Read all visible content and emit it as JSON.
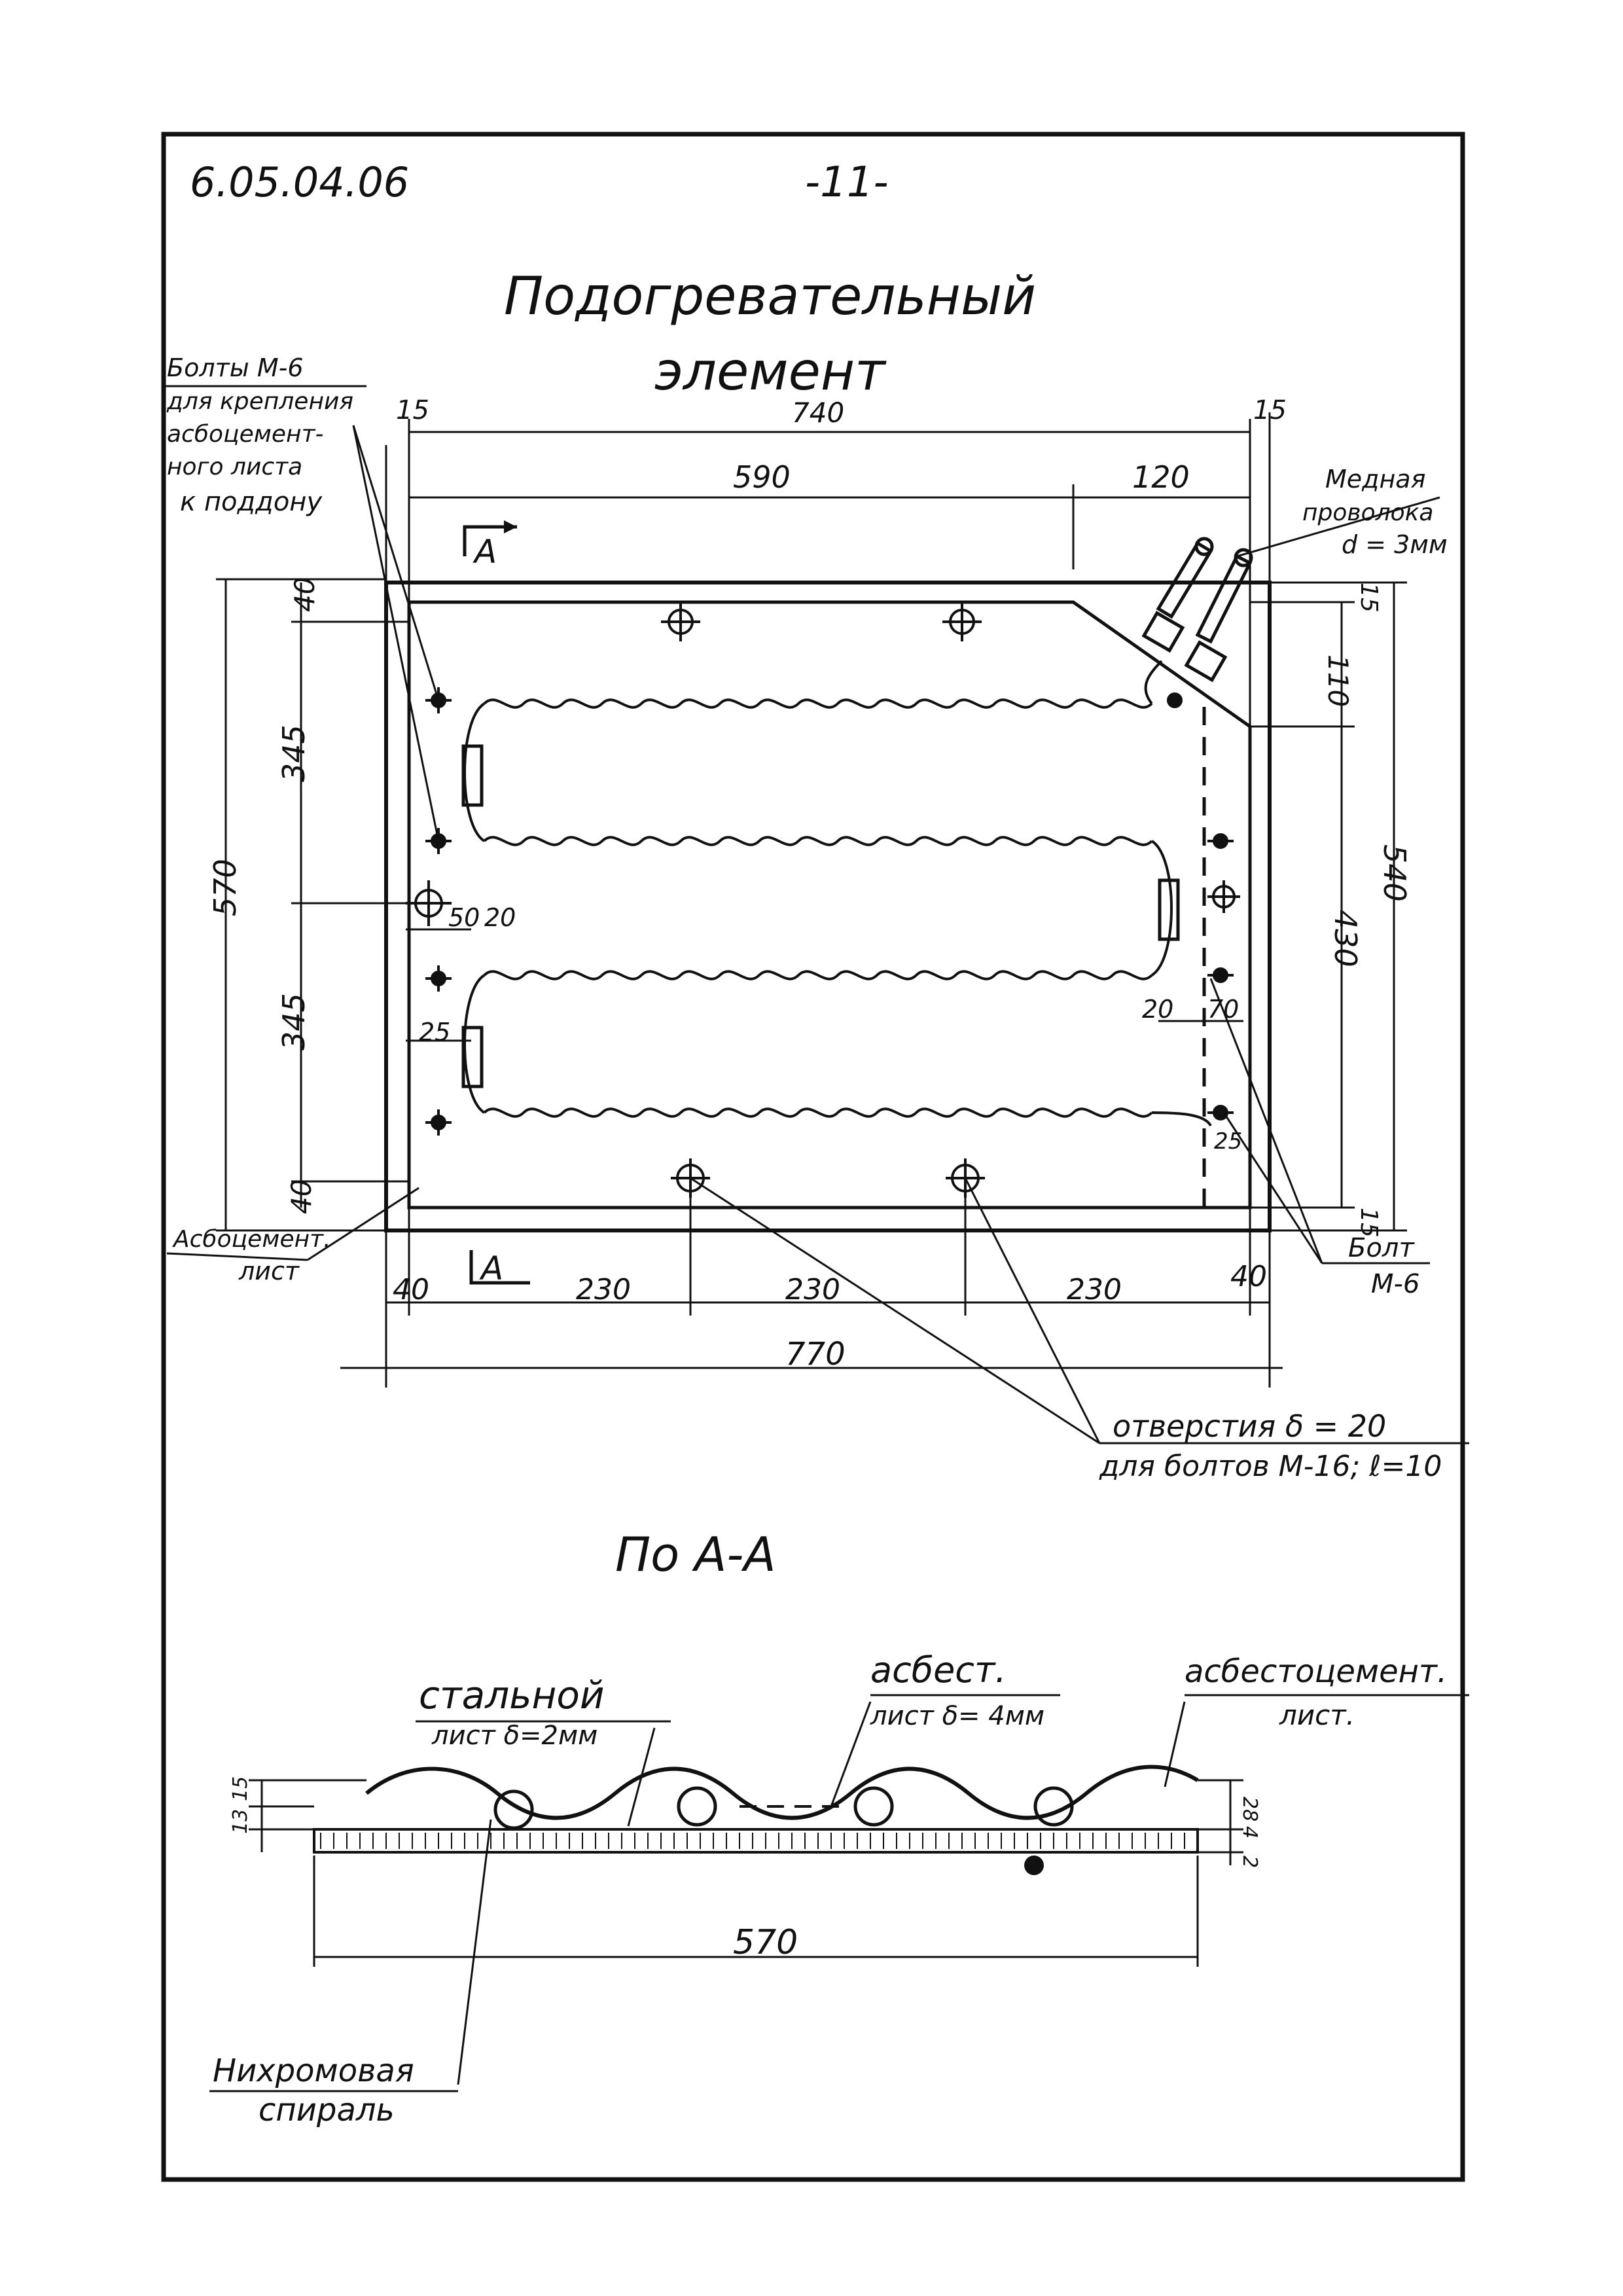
{
  "header": {
    "doc_code": "6.05.04.06",
    "page_number": "-11-"
  },
  "title": {
    "line1": "Подогревательный",
    "line2": "элемент"
  },
  "plan_view": {
    "section_marker": "A",
    "dimensions": {
      "top_left_offset": "15",
      "top_overall": "740",
      "top_right_offset": "15",
      "inner_length": "590",
      "probe_offset": "120",
      "left_top_margin": "40",
      "left_upper_span": "345",
      "left_overall": "570",
      "left_lower_span": "345",
      "left_bottom_margin": "40",
      "right_top_margin": "15",
      "right_corner_cut": "110",
      "right_inner_span": "430",
      "right_overall": "540",
      "right_bottom_margin": "15",
      "bottom_left_margin": "40",
      "bottom_span_1": "230",
      "bottom_span_2": "230",
      "bottom_span_3": "230",
      "bottom_right_margin": "40",
      "bottom_overall": "770",
      "clamp_offset_a": "50",
      "clamp_offset_b": "20",
      "clamp_edge": "25",
      "right_clamp_gap": "20",
      "right_bolt_gap": "70",
      "corner_bolt": "25"
    },
    "callouts": {
      "bolts_m6": [
        "Болты М-6",
        "для крепления",
        "асбоцемент-",
        "ного листа",
        "к поддону"
      ],
      "copper_wire": [
        "Медная",
        "проволока",
        "d = 3мм"
      ],
      "asbestos_sheet": [
        "Асбоцемент.",
        "лист"
      ],
      "bolt_m6": [
        "Болт",
        "М-6"
      ],
      "holes": [
        "отверстия δ = 20",
        "для болтов М-16; ℓ=10"
      ]
    }
  },
  "section_view": {
    "title": "По А-А",
    "callouts": {
      "steel_sheet": [
        "стальной",
        "лист  δ=2мм"
      ],
      "asbestos": [
        "асбест.",
        "лист  δ= 4мм"
      ],
      "asbestos_cement": [
        "асбестоцемент.",
        "лист."
      ],
      "nichrome": [
        "Нихромовая",
        "спираль"
      ]
    },
    "dimensions": {
      "left_upper": "15",
      "left_lower": "13",
      "right_upper": "28",
      "right_mid": "4",
      "right_lower": "2",
      "overall": "570"
    }
  }
}
